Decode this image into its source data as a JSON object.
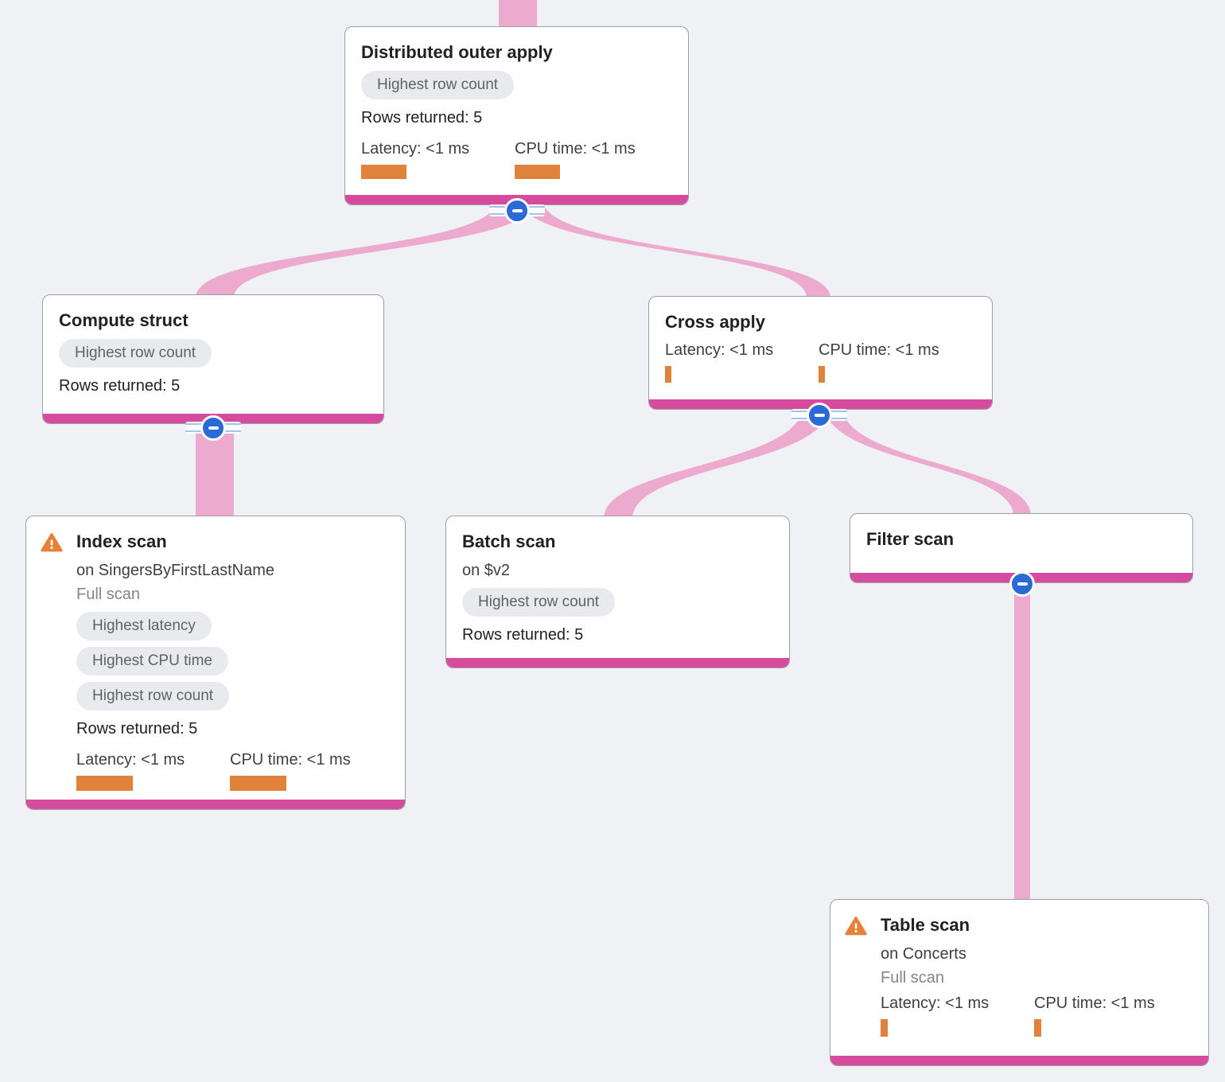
{
  "colors": {
    "background": "#f0f1f4",
    "edge_pink": "#ecaacf",
    "node_accent_magenta": "#d64b9d",
    "metric_bar_orange": "#e0813c",
    "warning_orange": "#e6813a",
    "collapse_blue": "#2a6ad7",
    "badge_bg": "#e8eaed",
    "badge_text": "#5f6368"
  },
  "nodes": [
    {
      "id": "distributed-outer-apply",
      "title": "Distributed outer apply",
      "badges": [
        "Highest row count"
      ],
      "rows_returned": "Rows returned: 5",
      "metrics": [
        {
          "label": "Latency: <1 ms",
          "bar_scale": "wide"
        },
        {
          "label": "CPU time: <1 ms",
          "bar_scale": "wide"
        }
      ]
    },
    {
      "id": "compute-struct",
      "title": "Compute struct",
      "badges": [
        "Highest row count"
      ],
      "rows_returned": "Rows returned: 5"
    },
    {
      "id": "cross-apply",
      "title": "Cross apply",
      "metrics": [
        {
          "label": "Latency: <1 ms",
          "bar_scale": "tiny"
        },
        {
          "label": "CPU time: <1 ms",
          "bar_scale": "tiny"
        }
      ]
    },
    {
      "id": "index-scan",
      "title": "Index scan",
      "warning": true,
      "subtitle": "on SingersByFirstLastName",
      "note": "Full scan",
      "badges": [
        "Highest latency",
        "Highest CPU time",
        "Highest row count"
      ],
      "rows_returned": "Rows returned: 5",
      "metrics": [
        {
          "label": "Latency: <1 ms",
          "bar_scale": "wide"
        },
        {
          "label": "CPU time: <1 ms",
          "bar_scale": "wide"
        }
      ]
    },
    {
      "id": "batch-scan",
      "title": "Batch scan",
      "subtitle": "on $v2",
      "badges": [
        "Highest row count"
      ],
      "rows_returned": "Rows returned: 5"
    },
    {
      "id": "filter-scan",
      "title": "Filter scan"
    },
    {
      "id": "table-scan",
      "title": "Table scan",
      "warning": true,
      "subtitle": "on Concerts",
      "note": "Full scan",
      "metrics": [
        {
          "label": "Latency: <1 ms",
          "bar_scale": "tiny"
        },
        {
          "label": "CPU time: <1 ms",
          "bar_scale": "tiny"
        }
      ]
    }
  ],
  "edges": [
    {
      "from": "parent-offscreen",
      "to": "distributed-outer-apply"
    },
    {
      "from": "distributed-outer-apply",
      "to": "compute-struct"
    },
    {
      "from": "distributed-outer-apply",
      "to": "cross-apply"
    },
    {
      "from": "compute-struct",
      "to": "index-scan"
    },
    {
      "from": "cross-apply",
      "to": "batch-scan"
    },
    {
      "from": "cross-apply",
      "to": "filter-scan"
    },
    {
      "from": "filter-scan",
      "to": "table-scan"
    }
  ]
}
